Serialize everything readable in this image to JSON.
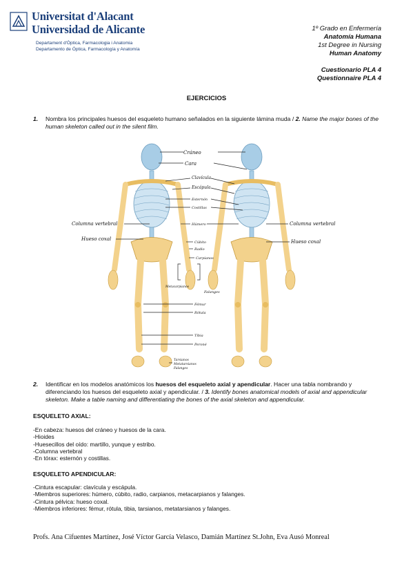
{
  "logo": {
    "name_line1": "Universitat d'Alacant",
    "name_line2": "Universidad de Alicante",
    "dept_line1": "Departament d'Òptica, Farmacologia i Anatomia",
    "dept_line2": "Departamento de Óptica, Farmacología y Anatomía"
  },
  "header": {
    "line1": "1º  Grado en Enfermería",
    "line2": "Anatomía Humana",
    "line3": "1st Degree in Nursing",
    "line4": "Human Anatomy",
    "line5": "Cuestionario PLA 4",
    "line6": "Questionnaire PLA 4"
  },
  "title": "EJERCICIOS",
  "q1": {
    "number": "1.",
    "text": "Nombra los principales huesos del esqueleto humano señalados en la siguiente lámina muda / ",
    "en_number": "2.",
    "en_text": " Name the major bones of the human skeleton called out in the silent film."
  },
  "figure": {
    "labels_front": {
      "craneo": "Cráneo",
      "cara": "Cara",
      "clavicula": "Clavícula",
      "escapula": "Escápula",
      "esternon": "Esternón",
      "costillas": "Costillas",
      "humero": "Húmero",
      "columna": "Columna vertebral",
      "hueso_coxal": "Hueso coxal",
      "cubito": "Cúbito",
      "radio": "Radio",
      "carpianos": "Carpianos",
      "metacarpianos": "Metacarpianos",
      "falanges": "Falanges",
      "femur": "Fémur",
      "rotula": "Rótula",
      "tibia": "Tibia",
      "perone": "Peroné",
      "tarsianos": "Tarsianos",
      "metatarsianos": "Metatarsianos",
      "falanges_pie": "Falanges"
    },
    "labels_back": {
      "columna": "Columna vertebral",
      "hueso_coxal": "Hueso coxal"
    }
  },
  "q2": {
    "number": "2.",
    "text_a": "Identificar en los modelos anatómicos los ",
    "text_bold": "huesos del esqueleto axial y apendicular",
    "text_b": ". Hacer una tabla nombrando y diferenciando los huesos del esqueleto axial y apendicular. / ",
    "en_number": "3.",
    "en_text": " Identify bones anatomical models of axial and appendicular skeleton. Make a table naming and differentiating the bones of the axial skeleton and appendicular."
  },
  "axial": {
    "heading": "ESQUELETO AXIAL:",
    "items": [
      "-En cabeza: huesos del cráneo y huesos de la cara.",
      "-Hioides",
      "-Huesecillos del oído: martillo, yunque y estribo.",
      "-Columna vertebral",
      "-En tórax: esternón y costillas."
    ]
  },
  "apendicular": {
    "heading": "ESQUELETO APENDICULAR:",
    "items": [
      "-Cintura escapular: clavícula y escápula.",
      "-Miembros superiores: húmero, cúbito, radio, carpianos, metacarpianos y falanges.",
      "-Cintura pélvica: hueso coxal.",
      "-Miembros inferiores: fémur, rótula, tibia, tarsianos, metatarsianos y falanges."
    ]
  },
  "footer": "Profs. Ana Cifuentes Martínez, José Víctor García Velasco, Damián Martínez St.John, Eva Ausó Monreal",
  "colors": {
    "brand": "#1b3f7a",
    "bone": "#f3d28c",
    "axial": "#a8cde6"
  }
}
